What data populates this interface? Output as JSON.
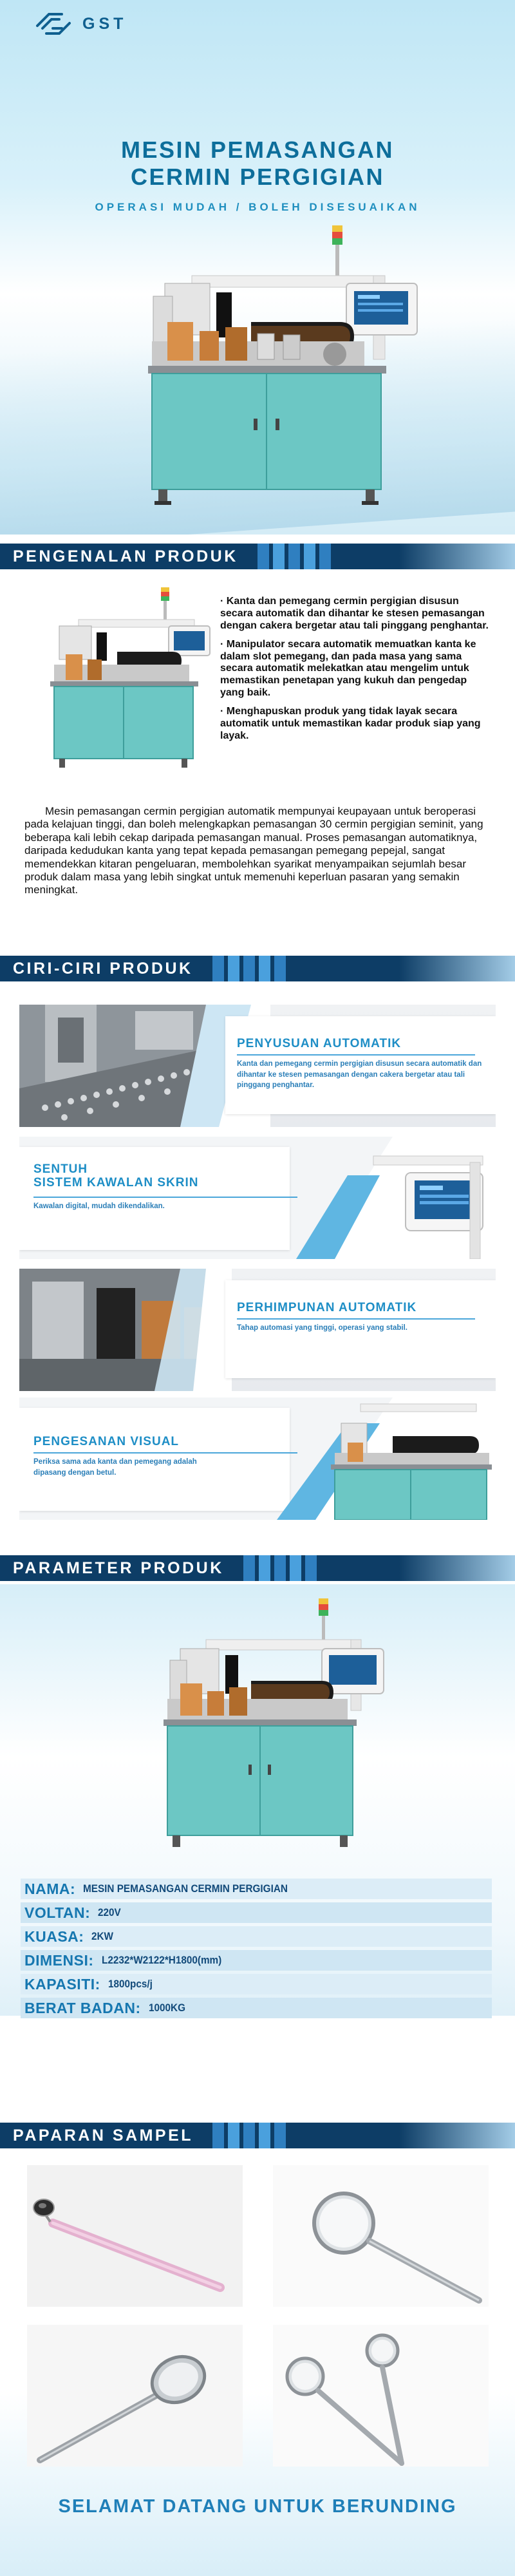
{
  "brand": {
    "name": "GST"
  },
  "hero": {
    "title_line1": "MESIN PEMASANGAN",
    "title_line2": "CERMIN PERGIGIAN",
    "subtitle": "OPERASI MUDAH / BOLEH DISESUAIKAN"
  },
  "sections": {
    "intro": "PENGENALAN PRODUK",
    "features": "CIRI-CIRI PRODUK",
    "params": "PARAMETER PRODUK",
    "samples": "PAPARAN SAMPEL"
  },
  "intro": {
    "bullets": [
      "· Kanta dan pemegang cermin pergigian disusun secara automatik dan dihantar ke stesen pemasangan dengan cakera bergetar atau tali pinggang penghantar.",
      "· Manipulator secara automatik memuatkan kanta ke dalam slot pemegang, dan pada masa yang sama secara automatik melekatkan atau mengelim untuk memastikan penetapan yang kukuh dan pengedap yang baik.",
      "· Menghapuskan produk yang tidak layak secara automatik untuk memastikan kadar produk siap yang layak."
    ],
    "paragraph": "Mesin pemasangan cermin pergigian automatik mempunyai keupayaan untuk beroperasi pada kelajuan tinggi, dan boleh melengkapkan pemasangan 30 cermin pergigian seminit, yang beberapa kali lebih cekap daripada pemasangan manual. Proses pemasangan automatiknya, daripada kedudukan kanta yang tepat kepada pemasangan pemegang pepejal, sangat memendekkan kitaran pengeluaran, membolehkan syarikat menyampaikan sejumlah besar produk dalam masa yang lebih singkat untuk memenuhi keperluan pasaran yang semakin meningkat."
  },
  "features": [
    {
      "title": "PENYUSUAN AUTOMATIK",
      "desc": "Kanta dan pemegang cermin pergigian disusun secara automatik dan dihantar ke stesen pemasangan dengan cakera bergetar atau tali pinggang penghantar."
    },
    {
      "title_line1": "SENTUH",
      "title_line2": "SISTEM KAWALAN SKRIN",
      "desc": "Kawalan digital, mudah dikendalikan."
    },
    {
      "title": "PERHIMPUNAN AUTOMATIK",
      "desc": "Tahap automasi yang tinggi, operasi yang stabil."
    },
    {
      "title": "PENGESANAN VISUAL",
      "desc_line1": "Periksa sama ada kanta dan pemegang adalah",
      "desc_line2": "dipasang dengan betul."
    }
  ],
  "params": [
    {
      "key": "NAMA:",
      "value": "MESIN PEMASANGAN CERMIN PERGIGIAN"
    },
    {
      "key": "VOLTAN:",
      "value": "220V"
    },
    {
      "key": "KUASA:",
      "value": "2KW"
    },
    {
      "key": "DIMENSI:",
      "value": "L2232*W2122*H1800(mm)"
    },
    {
      "key": "KAPASITI:",
      "value": "1800pcs/j"
    },
    {
      "key": "BERAT BADAN:",
      "value": "1000KG"
    }
  ],
  "closing": "SELAMAT DATANG UNTUK BERUNDING",
  "colors": {
    "navy": "#0d3d66",
    "accent_blue": "#1e8ec6",
    "cabinet_teal": "#6cc7c4"
  }
}
